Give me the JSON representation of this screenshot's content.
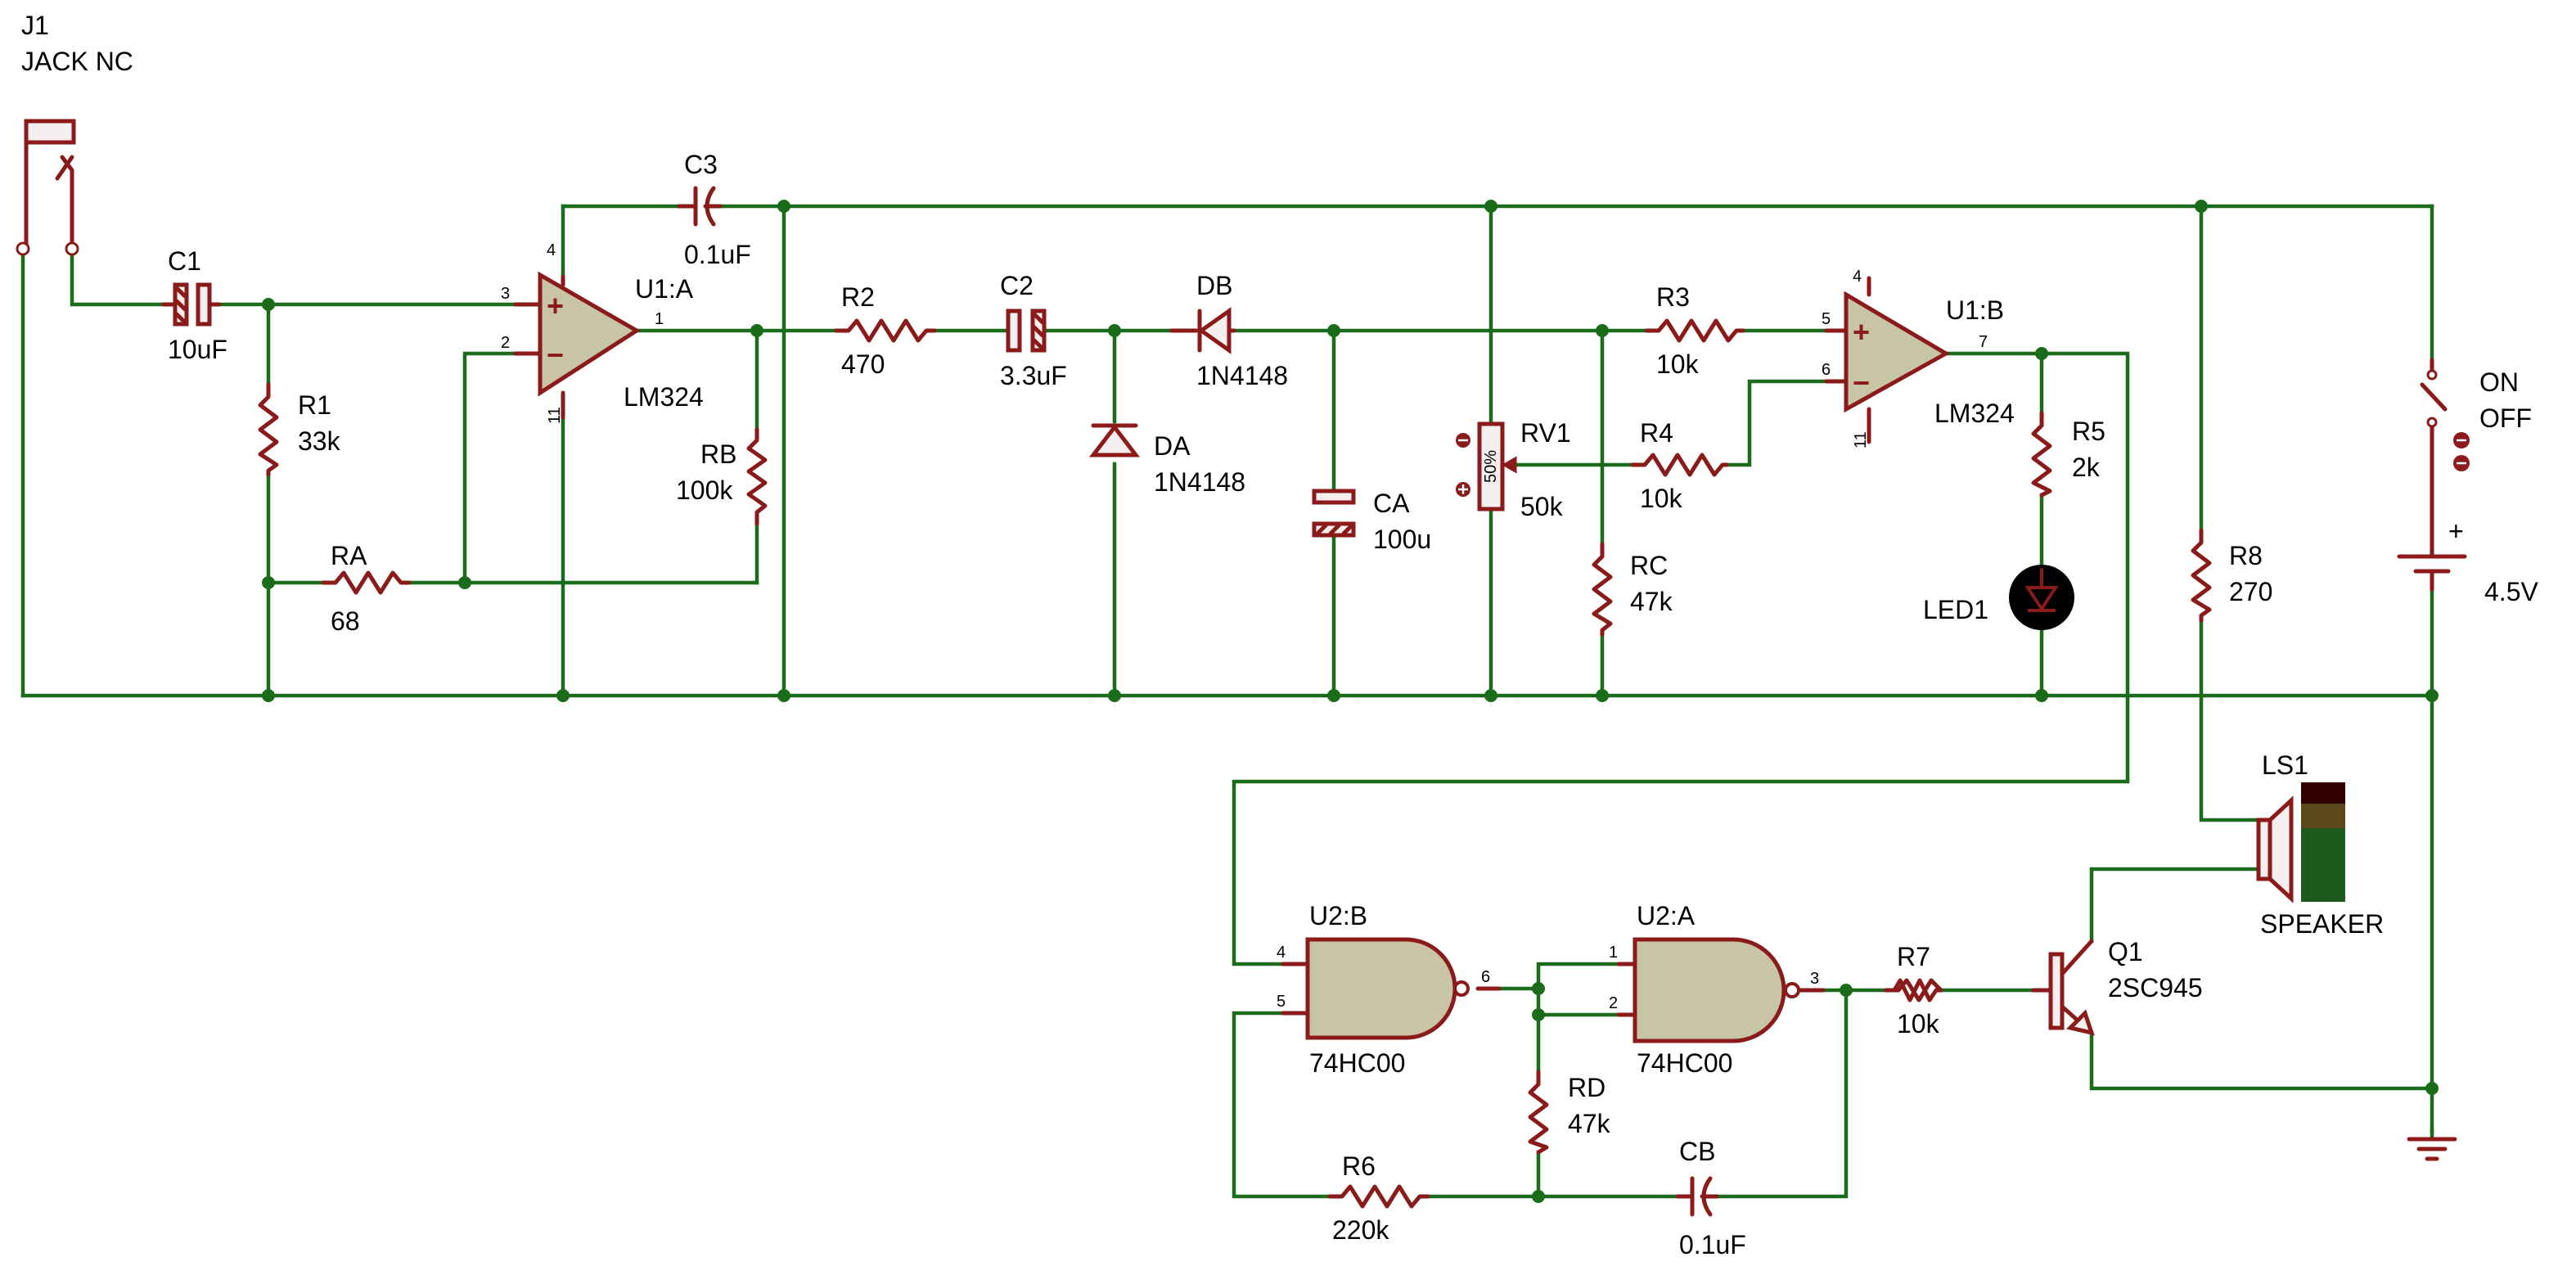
{
  "components": {
    "j1": {
      "ref": "J1",
      "value": "JACK NC"
    },
    "c1": {
      "ref": "C1",
      "value": "10uF"
    },
    "r1": {
      "ref": "R1",
      "value": "33k"
    },
    "ra": {
      "ref": "RA",
      "value": "68"
    },
    "c3": {
      "ref": "C3",
      "value": "0.1uF"
    },
    "u1a": {
      "ref": "U1:A",
      "value": "LM324",
      "pins": {
        "inp": "3",
        "inn": "2",
        "out": "1",
        "vcc": "4",
        "gnd": "11"
      }
    },
    "rb": {
      "ref": "RB",
      "value": "100k"
    },
    "r2": {
      "ref": "R2",
      "value": "470"
    },
    "c2": {
      "ref": "C2",
      "value": "3.3uF"
    },
    "da": {
      "ref": "DA",
      "value": "1N4148"
    },
    "db": {
      "ref": "DB",
      "value": "1N4148"
    },
    "ca": {
      "ref": "CA",
      "value": "100u"
    },
    "rv1": {
      "ref": "RV1",
      "value": "50k",
      "marking": "50%"
    },
    "r3": {
      "ref": "R3",
      "value": "10k"
    },
    "r4": {
      "ref": "R4",
      "value": "10k"
    },
    "rc": {
      "ref": "RC",
      "value": "47k"
    },
    "u1b": {
      "ref": "U1:B",
      "value": "LM324",
      "pins": {
        "inp": "5",
        "inn": "6",
        "out": "7",
        "vcc": "4",
        "gnd": "11"
      }
    },
    "r5": {
      "ref": "R5",
      "value": "2k"
    },
    "led1": {
      "ref": "LED1"
    },
    "r8": {
      "ref": "R8",
      "value": "270"
    },
    "sw": {
      "on": "ON",
      "off": "OFF"
    },
    "bat": {
      "value": "4.5V",
      "plus": "+"
    },
    "ls1": {
      "ref": "LS1",
      "value": "SPEAKER"
    },
    "u2b": {
      "ref": "U2:B",
      "value": "74HC00",
      "pins": {
        "a": "4",
        "b": "5",
        "y": "6"
      }
    },
    "u2a": {
      "ref": "U2:A",
      "value": "74HC00",
      "pins": {
        "a": "1",
        "b": "2",
        "y": "3"
      }
    },
    "rd": {
      "ref": "RD",
      "value": "47k"
    },
    "r6": {
      "ref": "R6",
      "value": "220k"
    },
    "cb": {
      "ref": "CB",
      "value": "0.1uF"
    },
    "r7": {
      "ref": "R7",
      "value": "10k"
    },
    "q1": {
      "ref": "Q1",
      "value": "2SC945"
    }
  },
  "colors": {
    "wire": "#1a6b1a",
    "component": "#8b1a1a",
    "gate_fill": "#c8c4a6",
    "background": "#ffffff"
  }
}
